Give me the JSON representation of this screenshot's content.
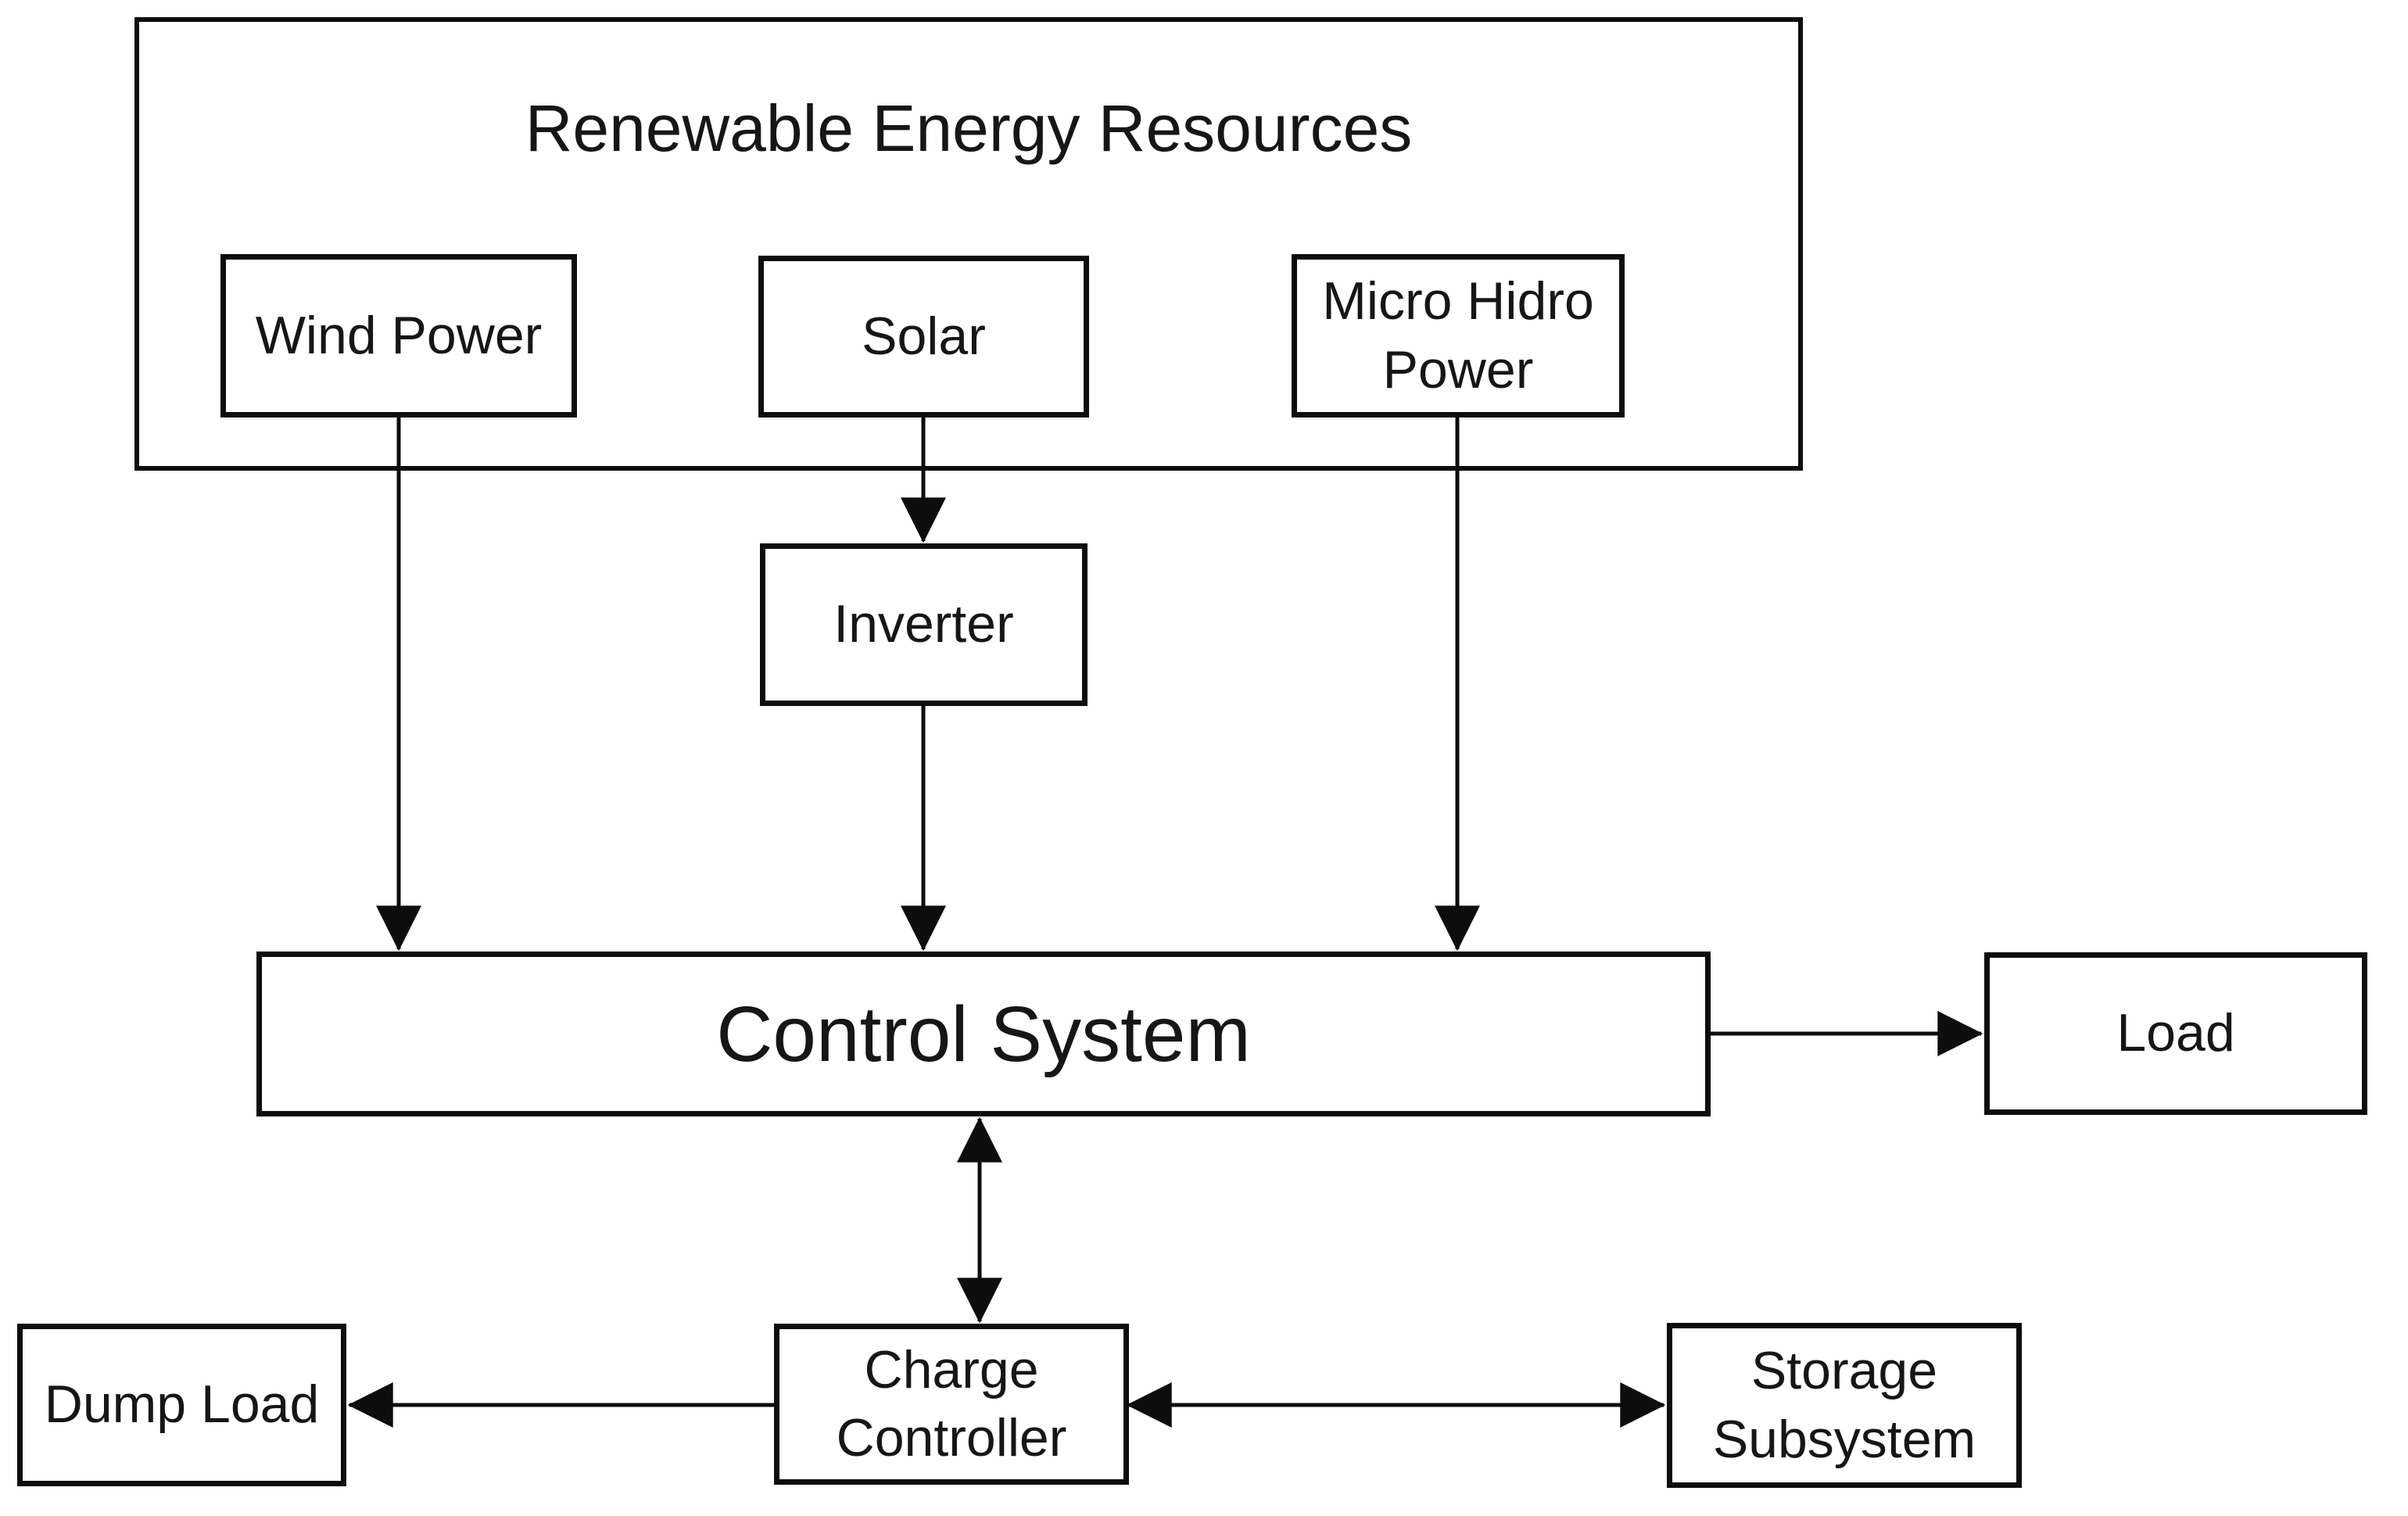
{
  "diagram": {
    "title": "Renewable Energy Resources",
    "background_color": "#ffffff",
    "line_color": "#0d0d0d",
    "text_color": "#161616",
    "nodes": {
      "wind": {
        "label": "Wind Power"
      },
      "solar": {
        "label": "Solar"
      },
      "micro": {
        "label": "Micro Hidro\nPower"
      },
      "inverter": {
        "label": "Inverter"
      },
      "control": {
        "label": "Control System"
      },
      "load": {
        "label": "Load"
      },
      "dump": {
        "label": "Dump Load"
      },
      "charge": {
        "label": "Charge\nController"
      },
      "storage": {
        "label": "Storage\nSubsystem"
      }
    },
    "edges": [
      {
        "from": "Wind Power",
        "to": "Control System",
        "direction": "one-way"
      },
      {
        "from": "Solar",
        "to": "Inverter",
        "direction": "one-way"
      },
      {
        "from": "Inverter",
        "to": "Control System",
        "direction": "one-way"
      },
      {
        "from": "Micro Hidro Power",
        "to": "Control System",
        "direction": "one-way"
      },
      {
        "from": "Control System",
        "to": "Load",
        "direction": "one-way"
      },
      {
        "from": "Control System",
        "to": "Charge Controller",
        "direction": "two-way"
      },
      {
        "from": "Charge Controller",
        "to": "Dump Load",
        "direction": "one-way"
      },
      {
        "from": "Charge Controller",
        "to": "Storage Subsystem",
        "direction": "two-way"
      }
    ]
  }
}
